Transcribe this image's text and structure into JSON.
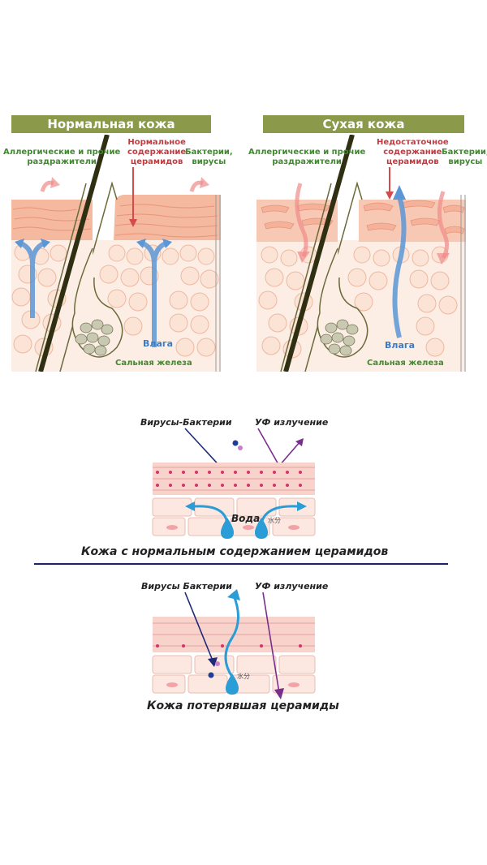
{
  "top": {
    "left_panel": {
      "title": "Нормальная кожа",
      "label_allergens": "Аллергические и прочие\nраздражители",
      "label_ceramides": "Нормальное\nсодержание\nцерамидов",
      "label_bacteria": "Бактерии,\nвирусы",
      "label_moisture": "Влага",
      "label_gland": "Сальная железа"
    },
    "right_panel": {
      "title": "Сухая кожа",
      "label_allergens": "Аллергические и прочие\nраздражители",
      "label_ceramides": "Недостаточное\nсодержание\nцерамидов",
      "label_bacteria": "Бактерии,\nвирусы",
      "label_moisture": "Влага",
      "label_gland": "Сальная железа"
    }
  },
  "bottom": {
    "normal": {
      "label_virus": "Вирусы-Бактерии",
      "label_uv": "УФ излучение",
      "label_water": "Вода",
      "label_water_cn": "水分",
      "caption": "Кожа с нормальным содержанием церамидов"
    },
    "lost": {
      "label_virus": "Вирусы Бактерии",
      "label_uv": "УФ излучение",
      "label_water_cn": "水分",
      "caption": "Кожа потерявшая церамиды"
    }
  },
  "colors": {
    "banner": "#8a9a4a",
    "green_text": "#3f8a2e",
    "red_text": "#c63a3f",
    "blue_text": "#3a7bc8",
    "skin_top": "#f5b9a0",
    "cells": "#fbe3d6",
    "divider": "#1c2466"
  }
}
